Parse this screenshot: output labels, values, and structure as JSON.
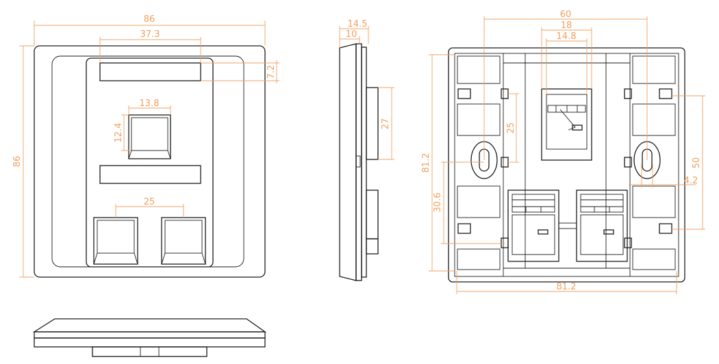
{
  "colors": {
    "outline": "#1a1a1a",
    "dimension": "#f0a060",
    "background": "#ffffff"
  },
  "front_view": {
    "width": "86",
    "height": "86",
    "label_window_width": "37.3",
    "label_window_height": "7.2",
    "single_port_width": "13.8",
    "single_port_height": "12.4",
    "dual_port_pitch": "25"
  },
  "side_view": {
    "total_depth": "14.5",
    "plate_depth": "10",
    "module_height": "27"
  },
  "rear_view": {
    "mount_hole_spacing": "60",
    "module_width": "18",
    "module_inner_width": "14.8",
    "module_height": "25",
    "frame_height": "81.2",
    "frame_width": "81.2",
    "lower_offset": "30.6",
    "clip_spacing": "50",
    "clip_offset": "4.2"
  }
}
